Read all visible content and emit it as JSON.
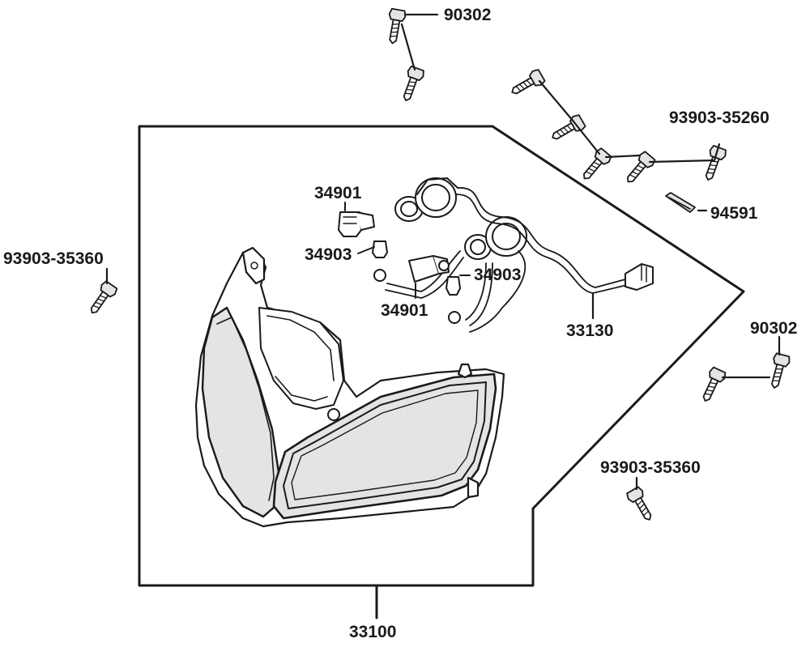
{
  "parts": {
    "p33100": "33100",
    "p33130": "33130",
    "p34901_top": "34901",
    "p34901_mid": "34901",
    "p34903_left": "34903",
    "p34903_right": "34903",
    "p90302_top": "90302",
    "p90302_right": "90302",
    "p93903_35260": "93903-35260",
    "p93903_35360_left": "93903-35360",
    "p93903_35360_bottom": "93903-35360",
    "p94591": "94591"
  }
}
